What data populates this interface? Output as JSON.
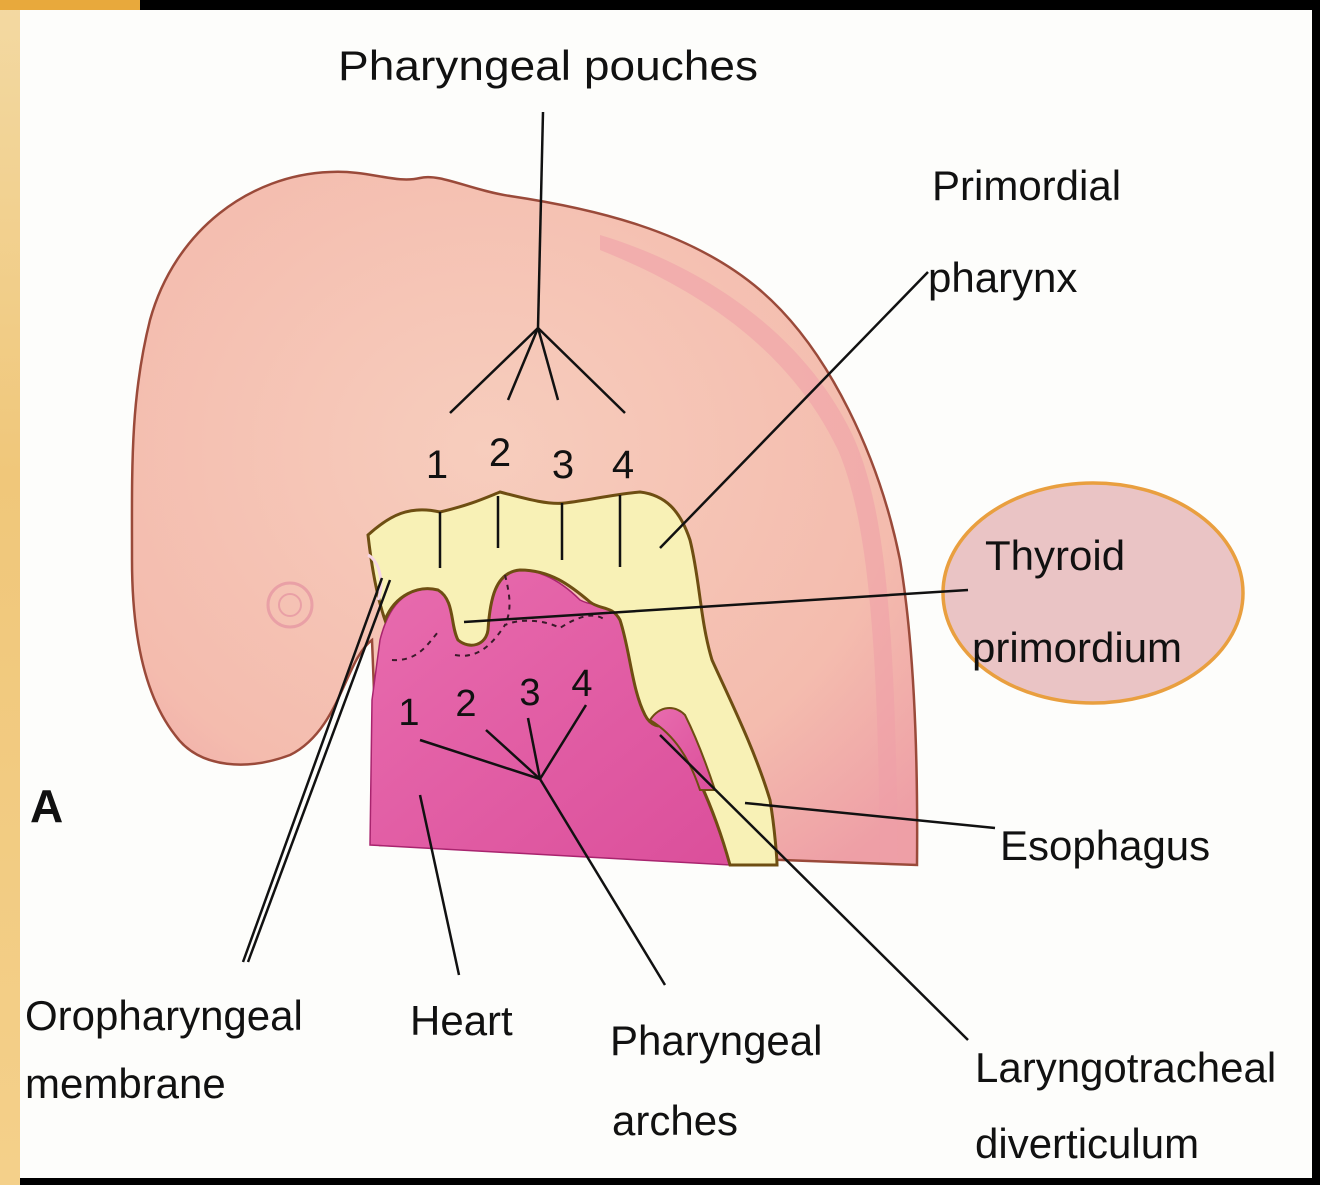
{
  "figure": {
    "panel_letter": "A",
    "pouch_numbers": [
      "1",
      "2",
      "3",
      "4"
    ],
    "arch_numbers": [
      "1",
      "2",
      "3",
      "4"
    ],
    "labels": {
      "pharyngeal_pouches": "Pharyngeal pouches",
      "primordial_pharynx": [
        "Primordial",
        "pharynx"
      ],
      "thyroid_primordium": [
        "Thyroid",
        "primordium"
      ],
      "esophagus": "Esophagus",
      "oropharyngeal_membrane": [
        "Oropharyngeal",
        "membrane"
      ],
      "heart": "Heart",
      "pharyngeal_arches": [
        "Pharyngeal",
        "arches"
      ],
      "laryngotracheal_diverticulum": [
        "Laryngotracheal",
        "diverticulum"
      ]
    }
  },
  "colors": {
    "embryo_skin": "#f5c3b3",
    "embryo_inner": "#f2aeb1",
    "heart": "#e560a6",
    "pharynx": "#f8f1b6",
    "pharynx_outline": "#7a5a16",
    "thyroid_highlight_fill": "#e9c2c3",
    "thyroid_highlight_stroke": "#e89a35"
  }
}
